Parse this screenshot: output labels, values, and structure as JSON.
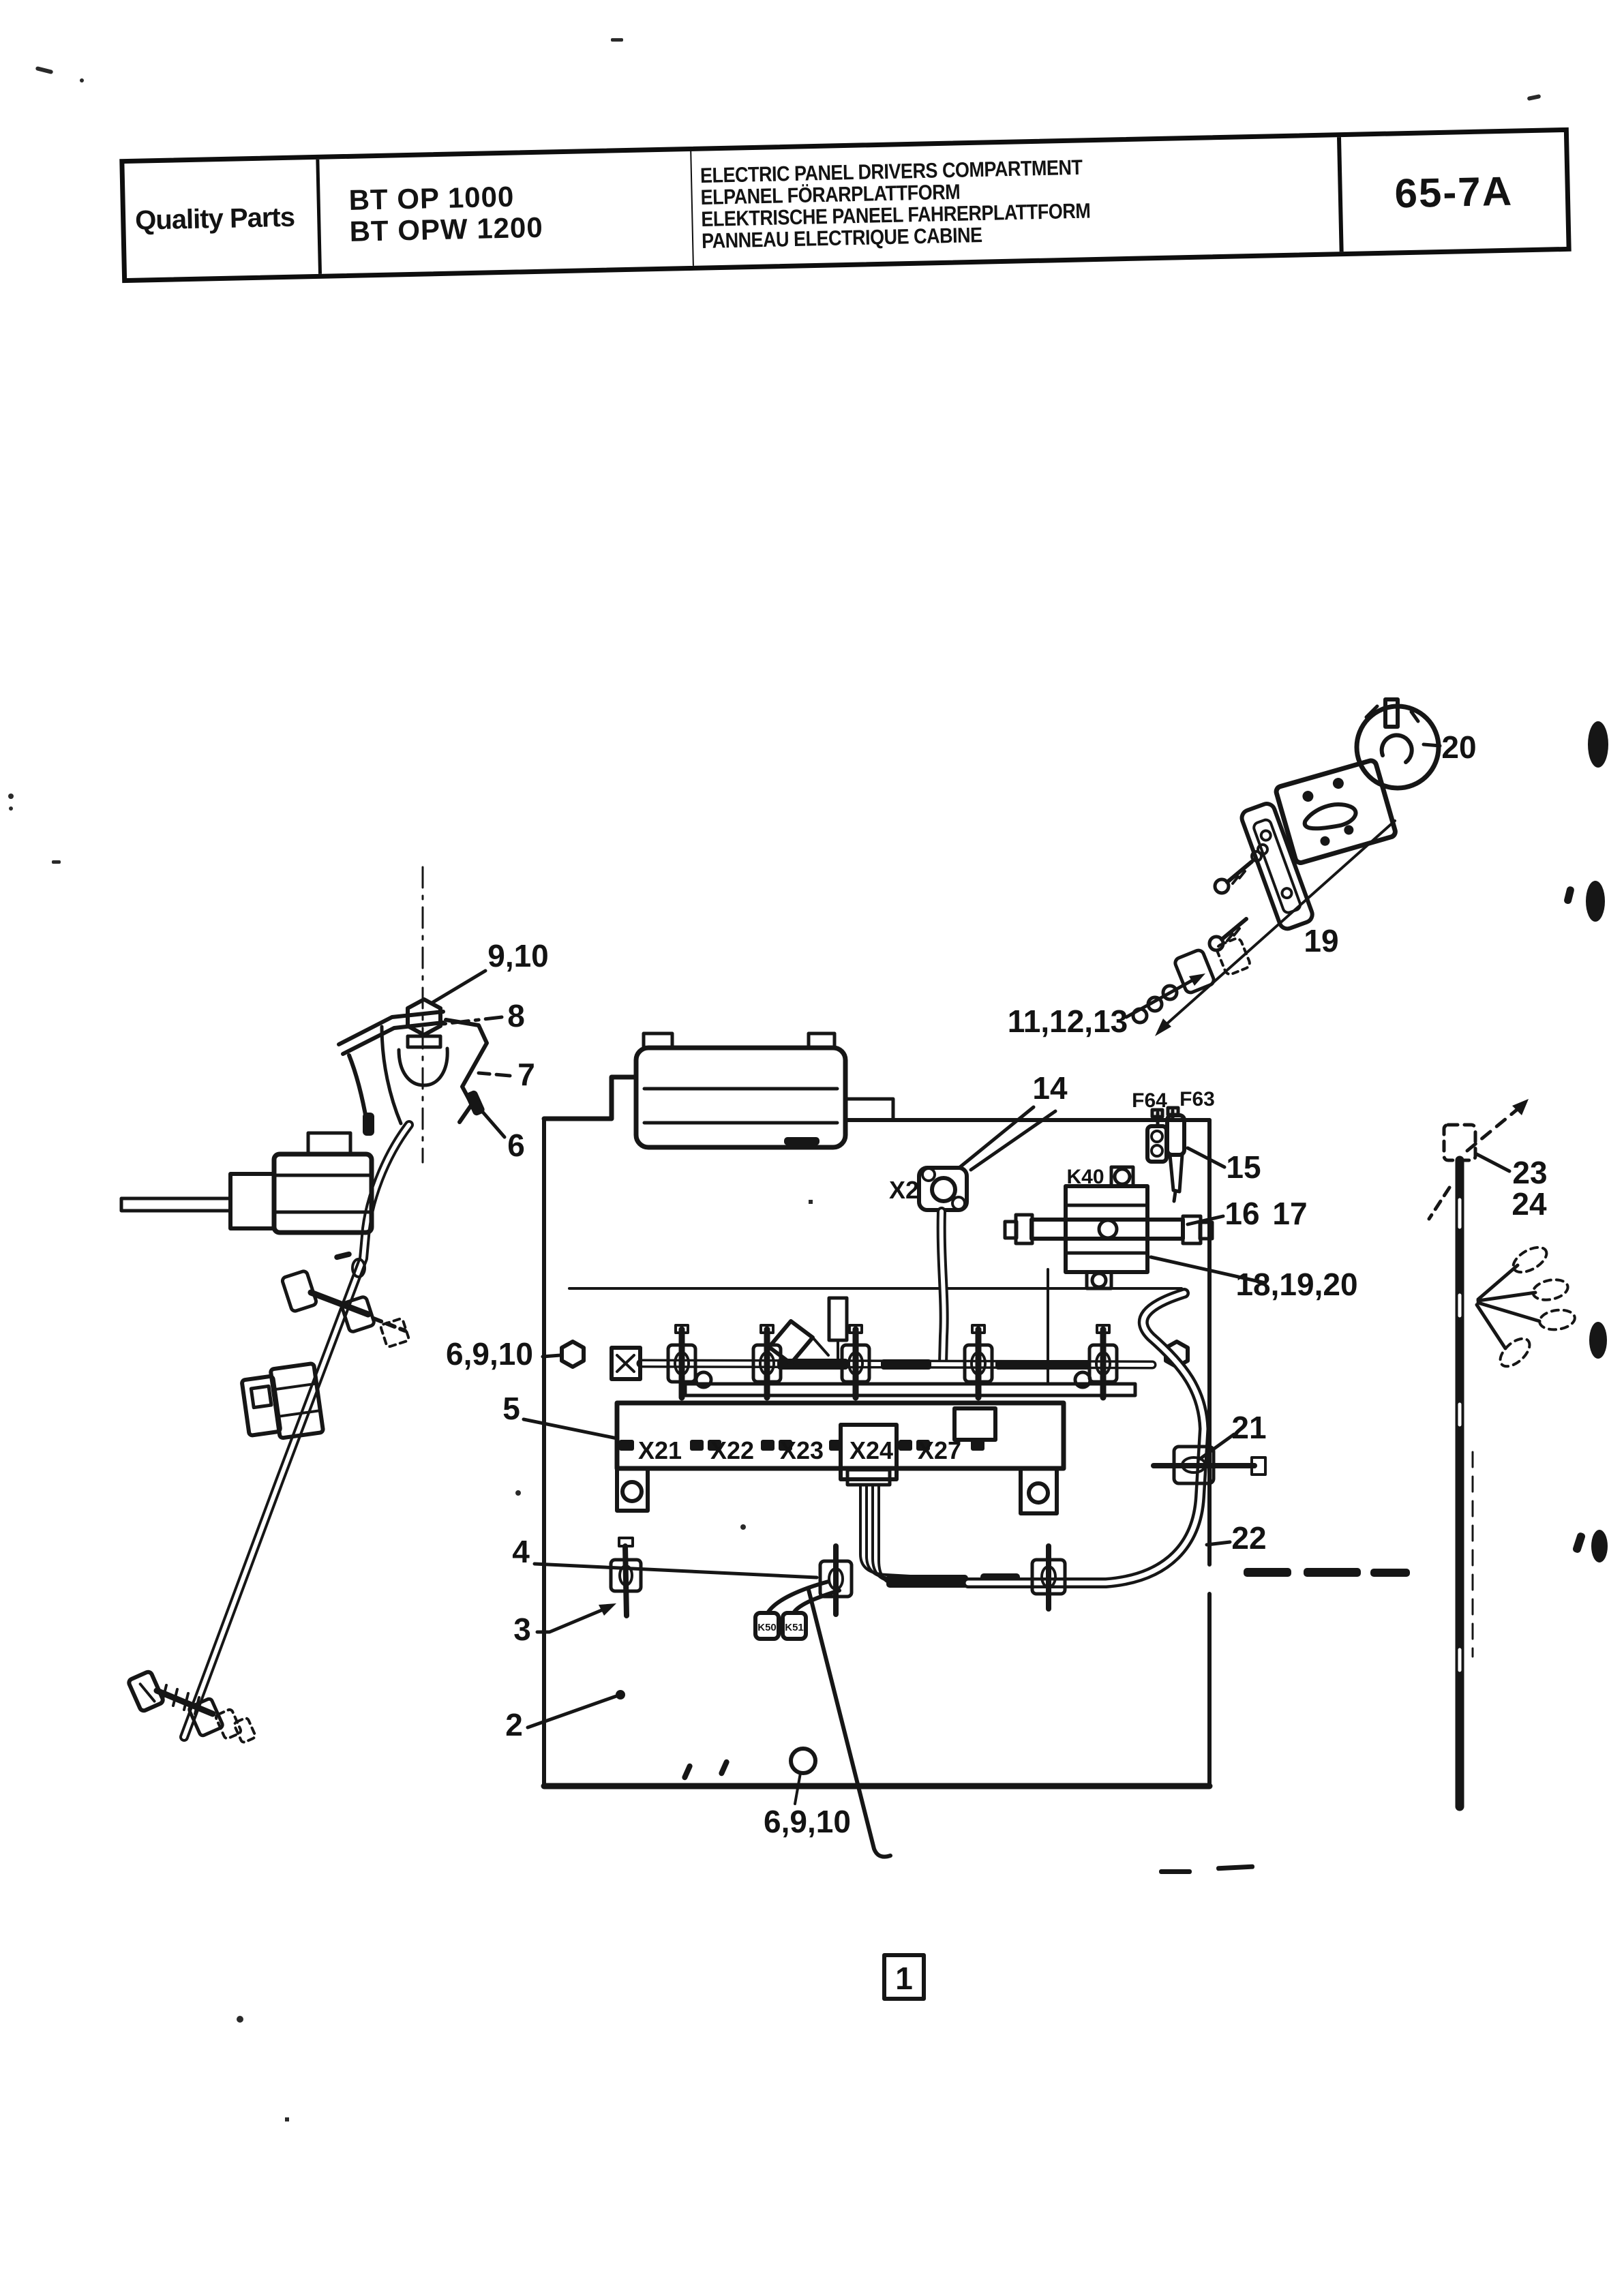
{
  "header": {
    "brand": "Quality Parts",
    "models": [
      "BT OP 1000",
      "BT OPW 1200"
    ],
    "titles": [
      "ELECTRIC PANEL DRIVERS COMPARTMENT",
      "ELPANEL FÖRARPLATTFORM",
      "ELEKTRISCHE PANEEL FAHRERPLATTFORM",
      "PANNEAU ELECTRIQUE CABINE"
    ],
    "page_code": "65-7A"
  },
  "diagram": {
    "figure_number": "1",
    "callouts": {
      "c9_10": "9,10",
      "c8": "8",
      "c7": "7",
      "c6": "6",
      "c11_12_13": "11,12,13",
      "c14": "14",
      "c15": "15",
      "c16": "16",
      "c17": "17",
      "c18_19_20": "18,19,20",
      "c19": "19",
      "c20": "20",
      "c21": "21",
      "c22": "22",
      "c23": "23",
      "c24": "24",
      "c6_9_10_left": "6,9,10",
      "c5": "5",
      "c4": "4",
      "c3": "3",
      "c2": "2",
      "c6_9_10_bottom": "6,9,10"
    },
    "component_labels": {
      "x2": "X2",
      "k40": "K40",
      "f64": "F64",
      "f63": "F63",
      "x21": "X21",
      "x22": "X22",
      "x23": "X23",
      "x24": "X24",
      "x27": "X27",
      "k50": "K50",
      "k51": "K51"
    }
  },
  "colors": {
    "ink": "#161616",
    "paper": "#ffffff"
  }
}
